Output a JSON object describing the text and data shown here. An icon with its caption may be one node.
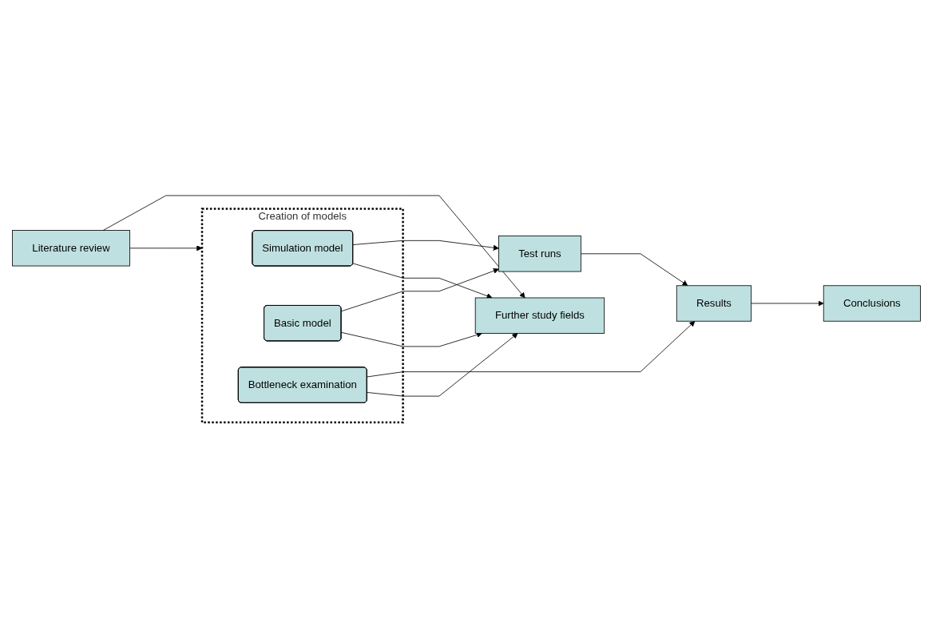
{
  "diagram": {
    "nodes": [
      {
        "text": [
          "Creation of models"
        ]
      },
      {
        "text": [
          "Simulation model"
        ],
        "in": 0
      },
      {
        "text": [
          "Basic model"
        ],
        "in": 0
      },
      {
        "text": [
          "Bottleneck examination"
        ],
        "in": 0
      },
      {
        "text": [
          "Test runs"
        ]
      },
      {
        "text": [
          "Results"
        ]
      },
      {
        "text": [
          "Conclusions"
        ]
      },
      {
        "text": [
          "Further study fields"
        ]
      },
      {
        "text": [
          "Literature review"
        ]
      }
    ],
    "edges": [
      {
        "from": 1,
        "to": 4,
        "arrow": "to"
      },
      {
        "from": 1,
        "to": 7,
        "arrow": "to"
      },
      {
        "from": 2,
        "to": 4,
        "arrow": "to"
      },
      {
        "from": 2,
        "to": 7,
        "arrow": "to"
      },
      {
        "from": 3,
        "to": 5,
        "arrow": "to"
      },
      {
        "from": 3,
        "to": 7,
        "arrow": "to"
      },
      {
        "from": 4,
        "to": 5,
        "arrow": "to"
      },
      {
        "from": 5,
        "to": 6,
        "arrow": "to"
      },
      {
        "from": 8,
        "to": 7,
        "arrow": "to"
      },
      {
        "from": 8,
        "to": 0,
        "arrow": "to"
      }
    ]
  }
}
